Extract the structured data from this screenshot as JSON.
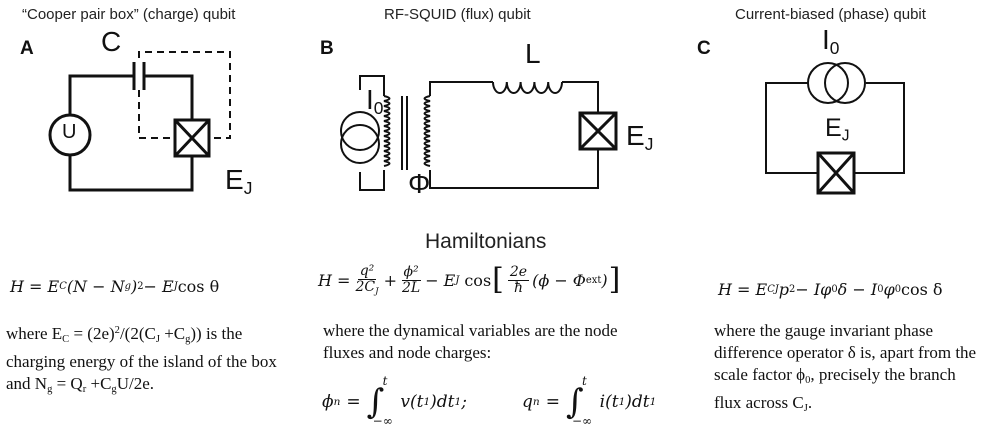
{
  "panels": {
    "a": {
      "title": "“Cooper pair box” (charge) qubit",
      "letter": "A",
      "capacitor_label": "C",
      "source_label": "U",
      "junction_label": "E",
      "junction_sub": "J"
    },
    "b": {
      "title": "RF-SQUID (flux) qubit",
      "letter": "B",
      "inductor_label": "L",
      "current_label": "I",
      "current_sub": "0",
      "flux_label": "Φ",
      "junction_label": "E",
      "junction_sub": "J"
    },
    "c": {
      "title": "Current-biased (phase) qubit",
      "letter": "C",
      "current_label": "I",
      "current_sub": "0",
      "junction_label": "E",
      "junction_sub": "J"
    }
  },
  "hamiltonians": {
    "heading": "Hamiltonians",
    "a": {
      "lhs": "H = E",
      "ec_sub": "C",
      "paren": " (N − N",
      "ng_sub": "g",
      "close": ")",
      "sq": "2",
      "rest": " − E",
      "ej_sub": "J",
      "cos": " cos θ",
      "desc": {
        "p1": "where E",
        "p1_sub": "C",
        "p2": " = (2e)",
        "p2_sup": "2",
        "p3": "/(2(C",
        "p3_sub": "J",
        "p4": " +C",
        "p4_sub": "g",
        "p5": ")) is the charging energy of the island of the box and N",
        "p5_sub": "g",
        "p6": " = Q",
        "p6_sub": "r",
        "p7": " +C",
        "p7_sub": "g",
        "p8": "U/2e."
      }
    },
    "b": {
      "lhs": "H =",
      "f1_num": "q²",
      "f1_den": "2C",
      "f1_den_sub": "J",
      "plus": "+",
      "f2_num": "ϕ²",
      "f2_den": "2L",
      "minus": "− E",
      "ej_sub": "J",
      "cos": "cos",
      "f3_num": "2e",
      "f3_den": "ħ",
      "arg": "(ϕ − Φ",
      "ext_sub": "ext",
      "arg_close": ")",
      "desc": "where the dynamical variables are the node fluxes and node charges:",
      "int1_lhs": "ϕ",
      "int1_sub": "n",
      "int1_rhs": "v(t",
      "int1_rhs_sub": "1",
      "int1_dt": ")dt",
      "int1_dt_sub": "1",
      "sep": " ;",
      "int2_lhs": "q",
      "int2_sub": "n",
      "int2_rhs": "i(t",
      "int2_rhs_sub": "1",
      "int2_dt": ")dt",
      "int2_dt_sub": "1",
      "lim_upper": "t",
      "lim_lower": "−∞"
    },
    "c": {
      "lhs": "H = E",
      "ecj_sub": "CJ",
      "p": "p",
      "sq": "2",
      "rest": " − Iφ",
      "phi0_sub": "0",
      "delta": "δ − I",
      "i0_sub": "0",
      "phi": "φ",
      "phi0b_sub": "0",
      "cos": " cos δ",
      "desc": {
        "p1": "where the gauge invariant phase difference operator δ is, apart from the scale factor ϕ",
        "p1_sub": "0",
        "p2": ", precisely the branch flux across C",
        "p2_sub": "J",
        "p3": "."
      }
    }
  }
}
